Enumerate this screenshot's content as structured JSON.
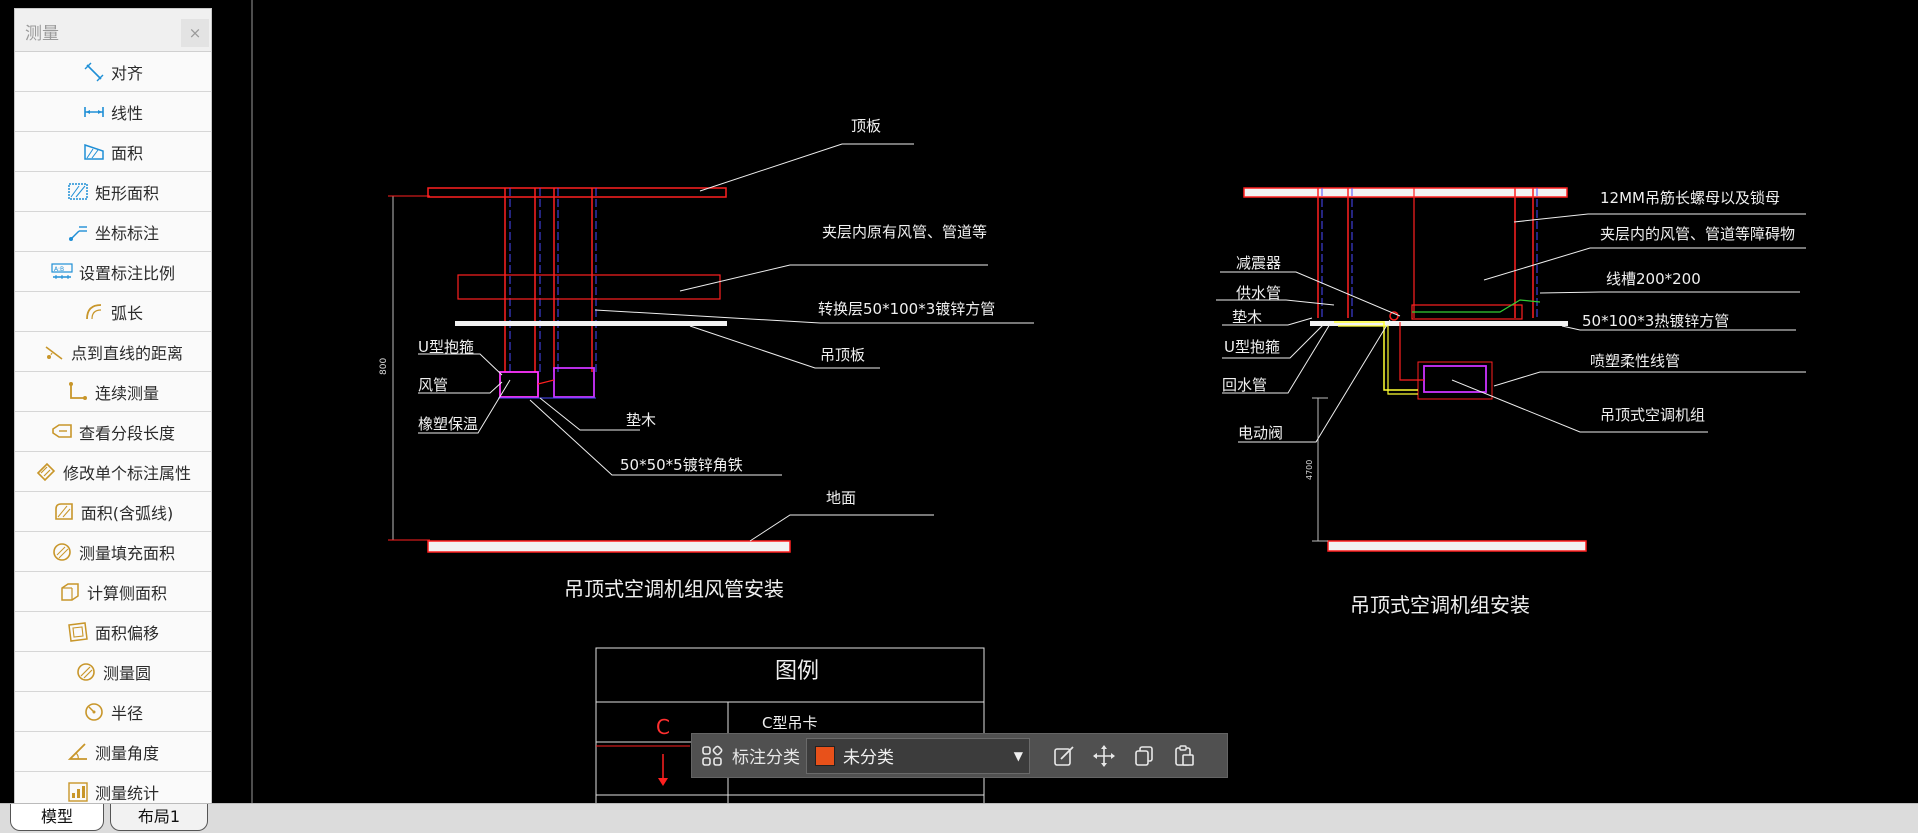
{
  "panel": {
    "title": "测量",
    "close": "×",
    "tools": [
      {
        "label": "对齐",
        "icon": "aligned-dimension-icon"
      },
      {
        "label": "线性",
        "icon": "linear-dimension-icon"
      },
      {
        "label": "面积",
        "icon": "area-icon"
      },
      {
        "label": "矩形面积",
        "icon": "rect-area-icon"
      },
      {
        "label": "坐标标注",
        "icon": "coordinate-icon"
      },
      {
        "label": "设置标注比例",
        "icon": "scale-icon"
      },
      {
        "label": "弧长",
        "icon": "arc-length-icon"
      },
      {
        "label": "点到直线的距离",
        "icon": "point-line-distance-icon"
      },
      {
        "label": "连续测量",
        "icon": "continuous-measure-icon"
      },
      {
        "label": "查看分段长度",
        "icon": "segment-length-icon"
      },
      {
        "label": "修改单个标注属性",
        "icon": "edit-dimension-icon"
      },
      {
        "label": "面积(含弧线)",
        "icon": "arc-area-icon"
      },
      {
        "label": "测量填充面积",
        "icon": "fill-area-icon"
      },
      {
        "label": "计算侧面积",
        "icon": "side-area-icon"
      },
      {
        "label": "面积偏移",
        "icon": "area-offset-icon"
      },
      {
        "label": "测量圆",
        "icon": "circle-measure-icon"
      },
      {
        "label": "半径",
        "icon": "radius-icon"
      },
      {
        "label": "测量角度",
        "icon": "angle-icon"
      },
      {
        "label": "测量统计",
        "icon": "statistics-icon"
      }
    ]
  },
  "drawing": {
    "left_title": "吊顶式空调机组风管安装",
    "right_title": "吊顶式空调机组安装",
    "left_dim": "800",
    "right_dim": "4700",
    "left_labels": {
      "ceiling": "顶板",
      "interlayer": "夹层内原有风管、管道等",
      "transfer": "转换层50*100*3镀锌方管",
      "ceiling_board": "吊顶板",
      "u_hook": "U型抱箍",
      "duct": "风管",
      "insulation": "橡塑保温",
      "wood": "垫木",
      "angle_steel": "50*50*5镀锌角铁",
      "ground": "地面"
    },
    "right_labels": {
      "bolt": "12MM吊筋长螺母以及锁母",
      "interlayer": "夹层内的风管、管道等障碍物",
      "damper": "减震器",
      "supply": "供水管",
      "trough": "线槽200*200",
      "wood": "垫木",
      "steel": "50*100*3热镀锌方管",
      "u_hook": "U型抱箍",
      "plastic": "喷塑柔性线管",
      "return": "回水管",
      "unit": "吊顶式空调机组",
      "valve": "电动阀"
    },
    "legend": {
      "title": "图例",
      "c_symbol": "C",
      "item1": "C型吊卡"
    }
  },
  "floatbar": {
    "category_label": "标注分类",
    "selected": "未分类",
    "swatch_color": "#e8511a"
  },
  "tabs": {
    "model": "模型",
    "layout1": "布局1"
  }
}
